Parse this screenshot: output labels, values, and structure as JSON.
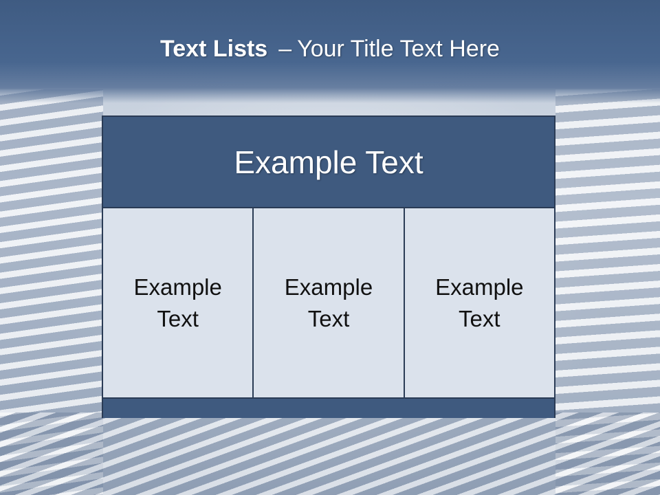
{
  "slide": {
    "title_bold": "Text Lists",
    "title_separator": "–",
    "title_rest": "Your Title Text Here"
  },
  "diagram": {
    "header": "Example Text",
    "columns": [
      {
        "line1": "Example",
        "line2": "Text"
      },
      {
        "line1": "Example",
        "line2": "Text"
      },
      {
        "line1": "Example",
        "line2": "Text"
      }
    ]
  },
  "colors": {
    "header_fill": "#3f5a7f",
    "column_fill": "#dbe2ec",
    "border": "#2a3b55",
    "title_band": "#48668f"
  }
}
